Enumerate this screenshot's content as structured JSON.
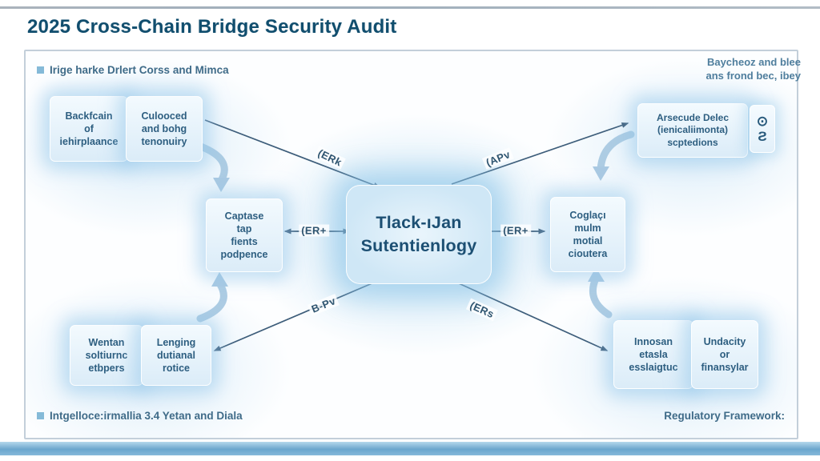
{
  "title": "2025 Cross-Chain Bridge Security Audit",
  "legends": {
    "top": "Irige harke Drlert Corss and Mimca",
    "bottom": "Intgelloce:irmallia 3.4 Yetan and Diala"
  },
  "captions": {
    "top_right_line1": "Baycheoz and blee",
    "top_right_line2": "ans frond bec, ibey",
    "bottom_right": "Regulatory Framework:"
  },
  "center_node": {
    "line1": "Tlack-ıJan",
    "line2": "Sutentienlogy"
  },
  "nodes": {
    "top_left_a": "Backfcain\nof\niehirplaance",
    "top_left_b": "Culooced\nand bohg\ntenonuiry",
    "top_right": "Arsecude Delec\n(ienicaliimonta)\nscptedions",
    "mid_left": "Captase\ntap\nfients\npodpence",
    "mid_right": "Coglaçı\nmulm\nmotial\ncioutera",
    "bottom_left_a": "Wentan\nsoltiurnc\netbpers",
    "bottom_left_b": "Lenging\ndutianal\nrotice",
    "bottom_right_a": "Innosan\netasla\nesslaigtuc",
    "bottom_right_b": "Undacity\nor\nfinansylar"
  },
  "edge_labels": {
    "top_left": "(ERk",
    "top_right": "(APv",
    "mid_left": "(ER+",
    "mid_right": "(ER+",
    "bottom_left": "B-Pv",
    "bottom_right": "(ERs"
  },
  "icons": {
    "target": "⊙",
    "clip": "Ƨ"
  },
  "colors": {
    "title_text": "#114e6e",
    "node_text": "#2d5e80",
    "connector": "#3d5d7a",
    "thick_arrow": "#a9c9e2",
    "bottom_bar": "#6ba6cd",
    "legend_square": "#85bad8"
  }
}
